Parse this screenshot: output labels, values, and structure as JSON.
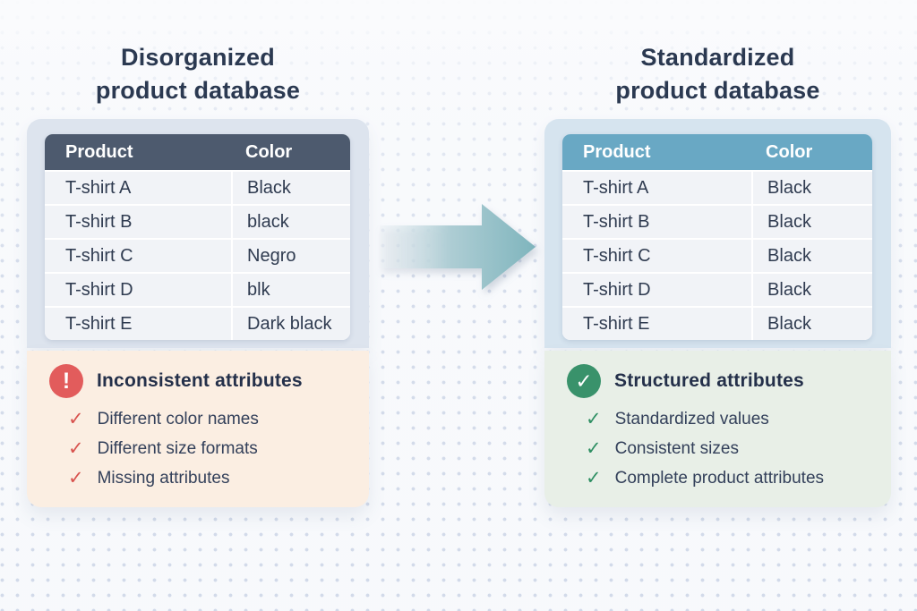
{
  "page": {
    "background": "#f7f9fc",
    "dot_color": "#cdd6e7"
  },
  "arrow": {
    "icon": "arrow-right-icon",
    "gradient_from": "#eef2f6",
    "gradient_to": "#7fb5bd"
  },
  "left": {
    "title_line1": "Disorganized",
    "title_line2": "product database",
    "table": {
      "header_color": "#4d5a6e",
      "headers": [
        "Product",
        "Color"
      ],
      "rows": [
        [
          "T-shirt A",
          "Black"
        ],
        [
          "T-shirt B",
          "black"
        ],
        [
          "T-shirt C",
          "Negro"
        ],
        [
          "T-shirt D",
          "blk"
        ],
        [
          "T-shirt E",
          "Dark black"
        ]
      ]
    },
    "callout": {
      "icon": "alert-circle-icon",
      "icon_glyph": "!",
      "accent": "#e25c5c",
      "background": "#fbeee2",
      "title": "Inconsistent attributes",
      "check_glyph": "✓",
      "items": [
        "Different color names",
        "Different size formats",
        "Missing attributes"
      ]
    }
  },
  "right": {
    "title_line1": "Standardized",
    "title_line2": "product database",
    "table": {
      "header_color": "#69a8c4",
      "headers": [
        "Product",
        "Color"
      ],
      "rows": [
        [
          "T-shirt A",
          "Black"
        ],
        [
          "T-shirt B",
          "Black"
        ],
        [
          "T-shirt C",
          "Black"
        ],
        [
          "T-shirt D",
          "Black"
        ],
        [
          "T-shirt E",
          "Black"
        ]
      ]
    },
    "callout": {
      "icon": "check-circle-icon",
      "icon_glyph": "✓",
      "accent": "#39926b",
      "background": "#e8efe7",
      "title": "Structured attributes",
      "check_glyph": "✓",
      "items": [
        "Standardized values",
        "Consistent sizes",
        "Complete product attributes"
      ]
    }
  }
}
